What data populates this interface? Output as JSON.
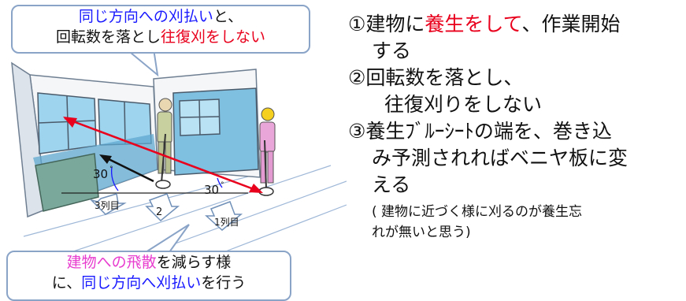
{
  "callout_top": {
    "line1_a": "同じ方向への刈払い",
    "line1_b": "と、",
    "line2_a": "回転数を落とし",
    "line2_b": "往復刈をしない"
  },
  "callout_bottom": {
    "line1_a": "建物への飛散",
    "line1_b": "を減らす様",
    "line2_a": "に、",
    "line2_b": "同じ方向へ刈払い",
    "line2_c": "を行う"
  },
  "labels": {
    "angle_left": "30",
    "angle_right": "30",
    "row3": "3列目",
    "row2": "2",
    "row1": "1列目"
  },
  "steps": {
    "s1_a": "①建物に",
    "s1_b": "養生をして",
    "s1_c": "、作業開始",
    "s1_d": "する",
    "s2_a": "②回転数を落とし、",
    "s2_b": "往復刈りをしない",
    "s3_a": "③養生ﾌﾞﾙｰｼｰﾄの端を、巻き込",
    "s3_b": "み予測されればベニヤ板に変",
    "s3_c": "える",
    "note_a": "( 建物に近づく様に刈るのが養生忘",
    "note_b": "れが無いと思う)"
  },
  "colors": {
    "accent_red": "#e8001c",
    "accent_blue": "#1a1aff",
    "accent_pink": "#e83ccf",
    "callout_border": "#8aa4c8",
    "window_blue": "#9fd4ee"
  }
}
